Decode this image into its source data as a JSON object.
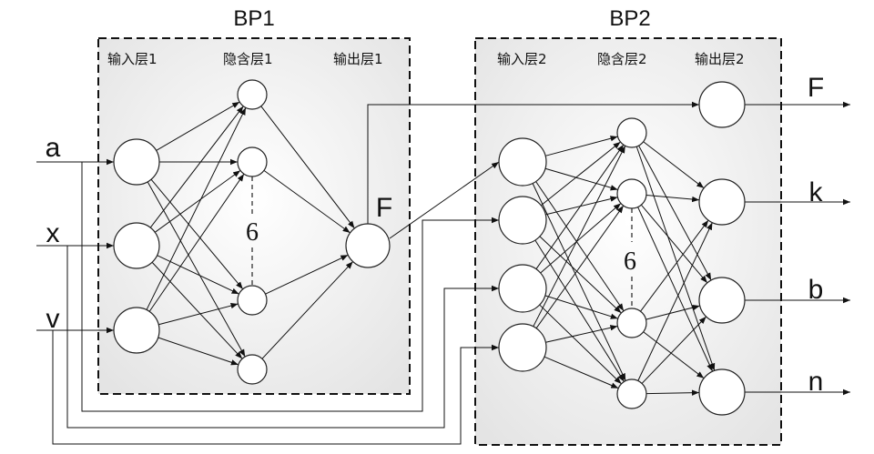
{
  "networks": [
    {
      "title": "BP1",
      "layers": {
        "input": "输入层1",
        "hidden": "隐含层1",
        "output": "输出层1"
      },
      "hidden_count": "6",
      "output_symbol": "F"
    },
    {
      "title": "BP2",
      "layers": {
        "input": "输入层2",
        "hidden": "隐含层2",
        "output": "输出层2"
      },
      "hidden_count": "6"
    }
  ],
  "inputs": [
    "a",
    "x",
    "v"
  ],
  "outputs": [
    "F",
    "k",
    "b",
    "n"
  ]
}
